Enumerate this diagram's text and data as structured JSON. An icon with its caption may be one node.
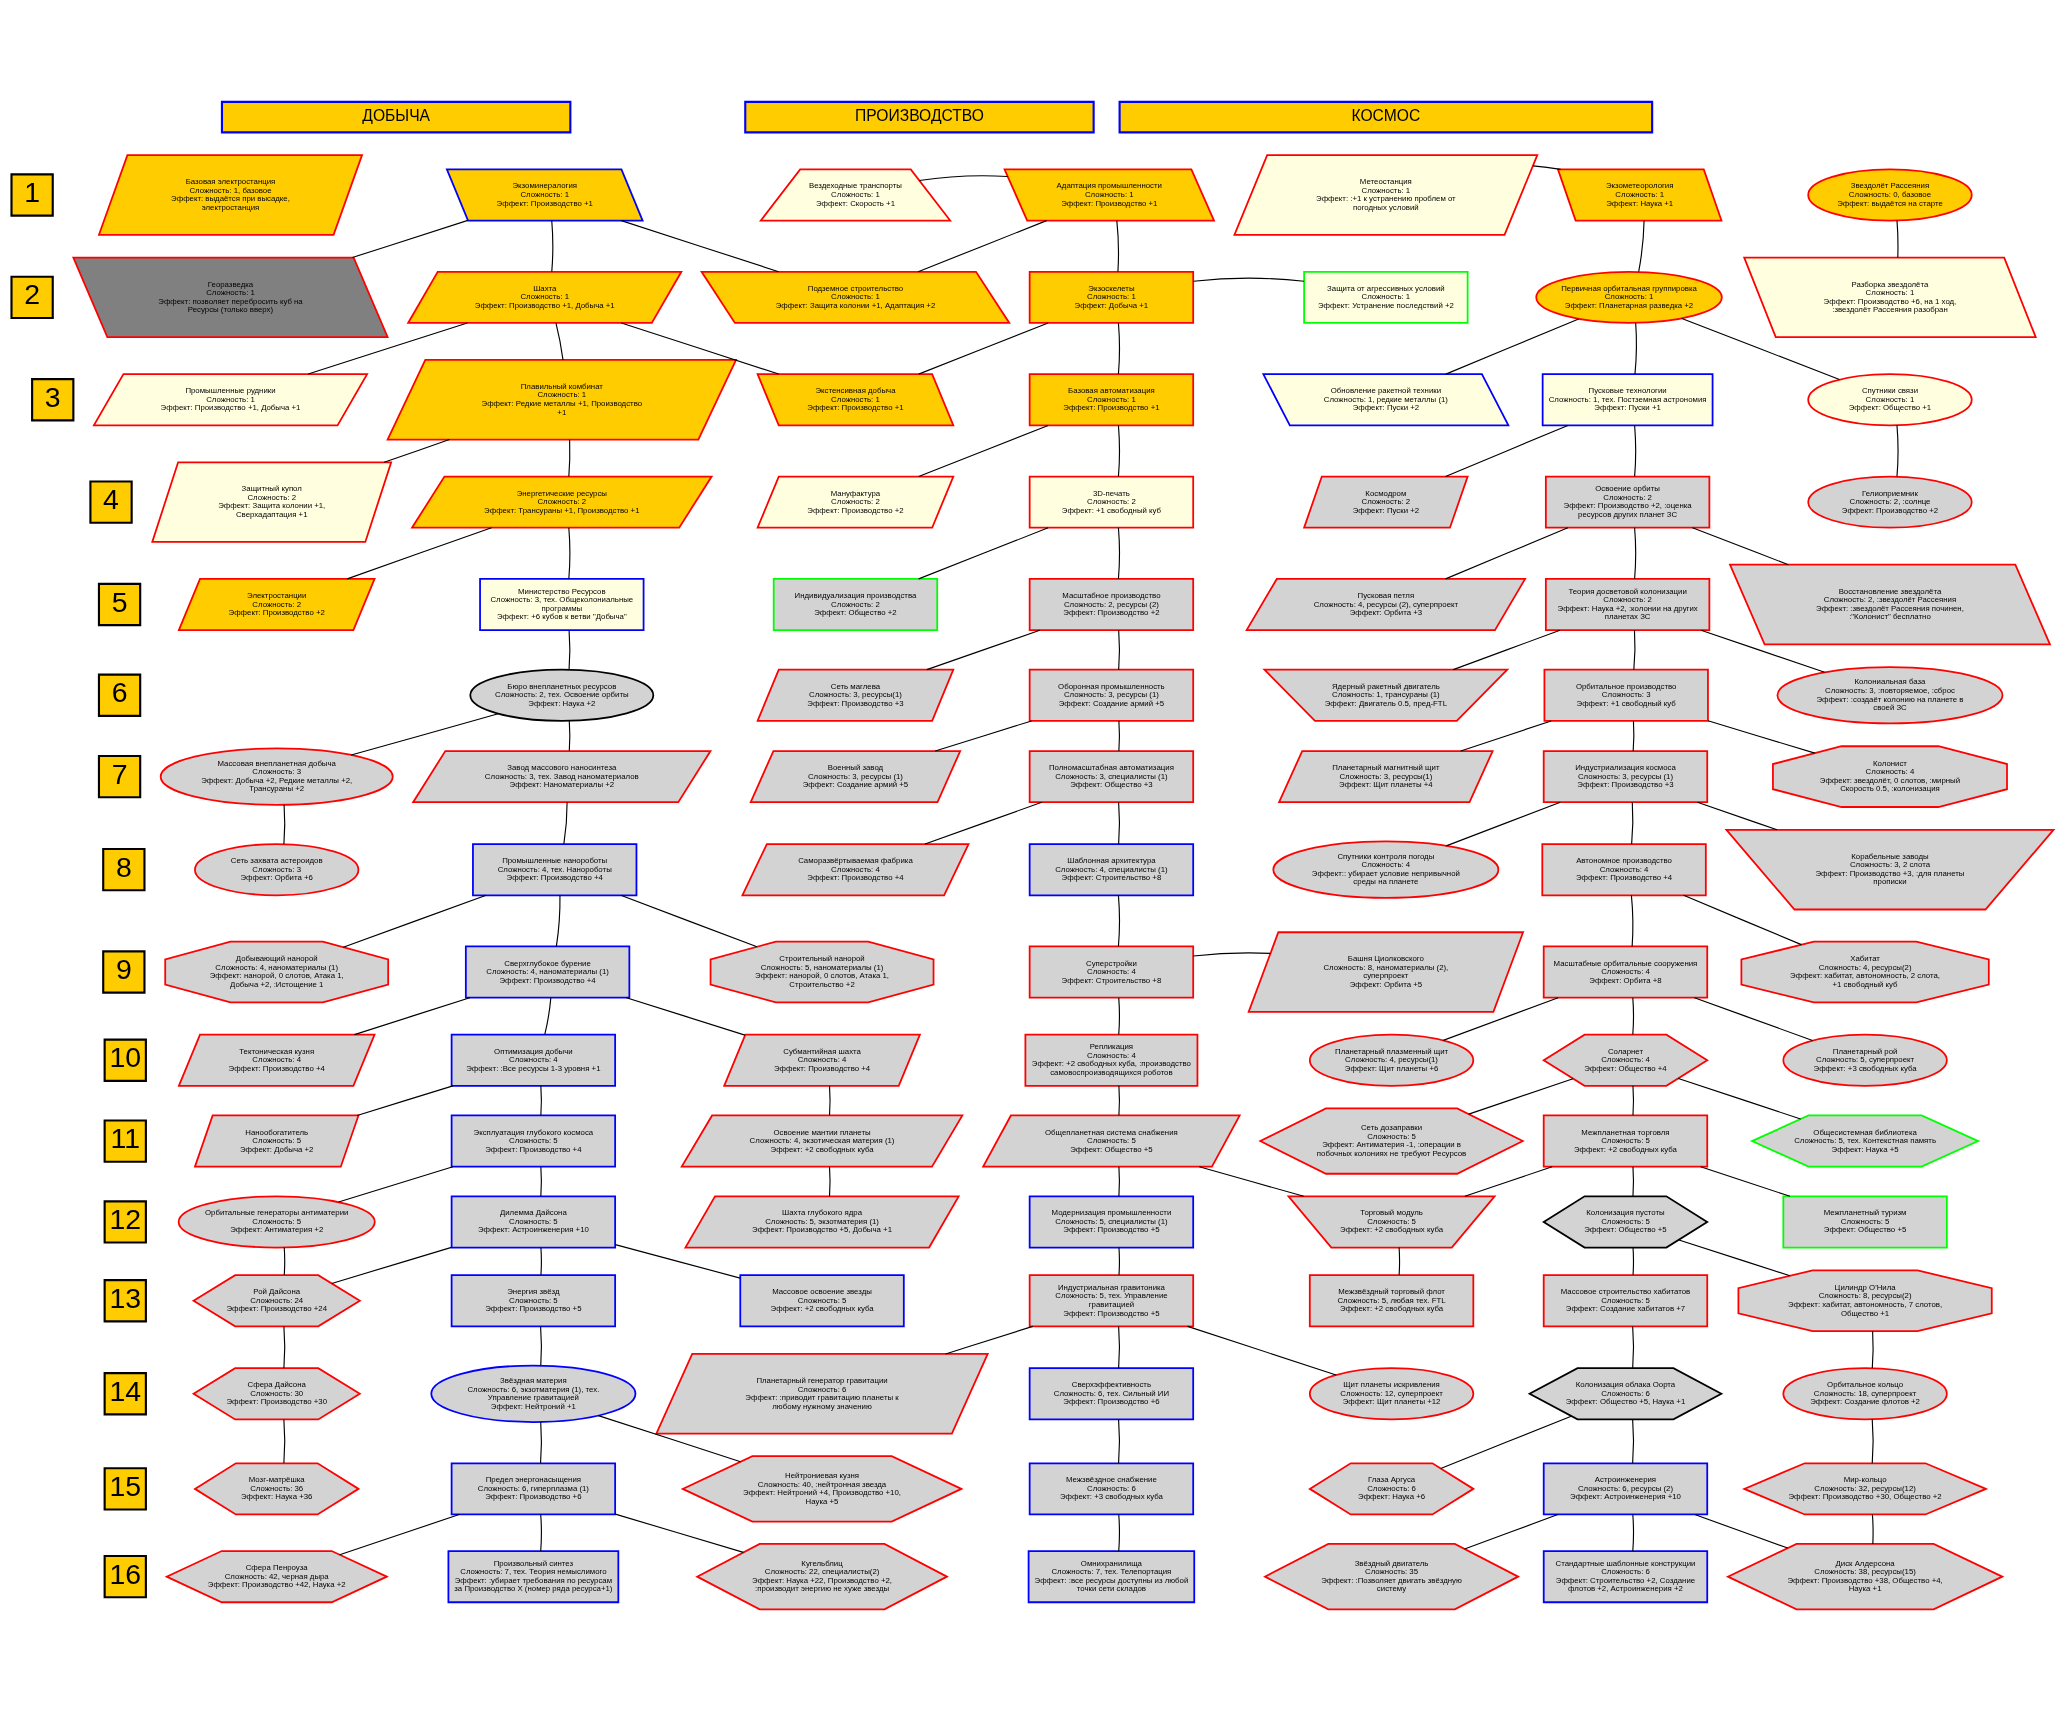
{
  "diagram": {
    "nodes": [
      {
        "text": [
          "ДОБЫЧА"
        ]
      },
      {
        "text": [
          "ПРОИЗВОДСТВО"
        ]
      },
      {
        "text": [
          "КОСМОС"
        ]
      },
      {
        "text": [
          "1"
        ]
      },
      {
        "text": [
          "Базовая электростанция",
          "Сложность: 1, базовое",
          "Эффект: выдаётся при высадке, электростанция"
        ]
      },
      {
        "text": [
          "Экзоминералогия",
          "Сложность: 1",
          "Эффект: Производство +1"
        ]
      },
      {
        "text": [
          "Вездеходные транспорты",
          "Сложность: 1",
          "Эффект: Скорость +1"
        ]
      },
      {
        "text": [
          "Адаптация промышленности",
          "Сложность: 1",
          "Эффект: Производство +1"
        ]
      },
      {
        "text": [
          "Метеостанция",
          "Сложность: 1",
          "Эффект: :+1 к устранению проблем от погодных условий"
        ]
      },
      {
        "text": [
          "Экзометеорология",
          "Сложность: 1",
          "Эффект: Наука +1"
        ]
      },
      {
        "text": [
          "Звездолёт Рассеяния",
          "Сложность: 0, базовое",
          "Эффект: выдаётся на старте"
        ]
      },
      {
        "text": [
          "2"
        ]
      },
      {
        "text": [
          "Георазведка",
          "Сложность: 1",
          "Эффект: позволяет перебросить куб на Ресурсы (только вверх)"
        ]
      },
      {
        "text": [
          "Шахта",
          "Сложность: 1",
          "Эффект: Производство +1, Добыча +1"
        ]
      },
      {
        "text": [
          "Подземное строительство",
          "Сложность: 1",
          "Эффект: Защита колонии +1, Адаптация +2"
        ]
      },
      {
        "text": [
          "Экзоскелеты",
          "Сложность: 1",
          "Эффект: Добыча +1"
        ]
      },
      {
        "text": [
          "Защита от агрессивных условий",
          "Сложность: 1",
          "Эффект: Устранение последствий +2"
        ]
      },
      {
        "text": [
          "Первичная орбитальная группировка",
          "Сложность: 1",
          "Эффект: Планетарная разведка +2"
        ]
      },
      {
        "text": [
          "Разборка звездолёта",
          "Сложность: 1",
          "Эффект: Производство +6, на 1 ход, :звездолёт Рассеяния разобран"
        ]
      },
      {
        "text": [
          "3"
        ]
      },
      {
        "text": [
          "Промышленные рудники",
          "Сложность: 1",
          "Эффект: Производство +1, Добыча +1"
        ]
      },
      {
        "text": [
          "Плавильный комбинат",
          "Сложность: 1",
          "Эффект: Редкие металлы +1, Производство +1"
        ]
      },
      {
        "text": [
          "Экстенсивная добыча",
          "Сложность: 1",
          "Эффект: Производство +1"
        ]
      },
      {
        "text": [
          "Базовая автоматизация",
          "Сложность: 1",
          "Эффект: Производство +1"
        ]
      },
      {
        "text": [
          "Обновление ракетной техники",
          "Сложность: 1, редкие металлы (1)",
          "Эффект: Пуски +2"
        ]
      },
      {
        "text": [
          "Пусковые технологии",
          "Сложность: 1, тех. Постземная астрономия",
          "Эффект: Пуски +1"
        ]
      },
      {
        "text": [
          "Спутники связи",
          "Сложность: 1",
          "Эффект: Общество +1"
        ]
      },
      {
        "text": [
          "4"
        ]
      },
      {
        "text": [
          "Защитный купол",
          "Сложность: 2",
          "Эффект: Защита колонии +1, Сверхадаптация +1"
        ]
      },
      {
        "text": [
          "Энергетические ресурсы",
          "Сложность: 2",
          "Эффект: Трансураны +1, Производство +1"
        ]
      },
      {
        "text": [
          "Мануфактура",
          "Сложность: 2",
          "Эффект: Производство +2"
        ]
      },
      {
        "text": [
          "3D-печать",
          "Сложность: 2",
          "Эффект: +1 свободный куб"
        ]
      },
      {
        "text": [
          "Космодром",
          "Сложность: 2",
          "Эффект: Пуски +2"
        ]
      },
      {
        "text": [
          "Освоение орбиты",
          "Сложность: 2",
          "Эффект: Производство +2, :оценка ресурсов других планет ЗС"
        ]
      },
      {
        "text": [
          "Гелиоприемник",
          "Сложность: 2, :солнце",
          "Эффект: Производство +2"
        ]
      },
      {
        "text": [
          "5"
        ]
      },
      {
        "text": [
          "Электростанции",
          "Сложность: 2",
          "Эффект: Производство +2"
        ]
      },
      {
        "text": [
          "Министерство Ресурсов",
          "Сложность: 3, тех. Общеколониальные программы",
          "Эффект: +6 кубов к ветви \"Добыча\""
        ]
      },
      {
        "text": [
          "Индивидуализация производства",
          "Сложность: 2",
          "Эффект: Общество +2"
        ]
      },
      {
        "text": [
          "Масштабное производство",
          "Сложность: 2, ресурсы (2)",
          "Эффект: Производство +2"
        ]
      },
      {
        "text": [
          "Пусковая петля",
          "Сложность: 4, ресурсы (2), суперпроект",
          "Эффект: Орбита +3"
        ]
      },
      {
        "text": [
          "Теория досветовой колонизации",
          "Сложность: 2",
          "Эффект: Наука +2, :колонии на других планетах ЗС"
        ]
      },
      {
        "text": [
          "Восстановление звездолёта",
          "Сложность: 2, :звездолёт Рассеяния",
          "Эффект: :звездолёт Рассеяния починен, :\"Колонист\" бесплатно"
        ]
      },
      {
        "text": [
          "6"
        ]
      },
      {
        "text": [
          "Бюро внепланетных ресурсов",
          "Сложность: 2, тех. Освоение орбиты",
          "Эффект: Наука +2"
        ]
      },
      {
        "text": [
          "Сеть маглева",
          "Сложность: 3, ресурсы(1)",
          "Эффект: Производство +3"
        ]
      },
      {
        "text": [
          "Оборонная промышленность",
          "Сложность: 3, ресурсы (1)",
          "Эффект: Создание армий +5"
        ]
      },
      {
        "text": [
          "Ядерный ракетный двигатель",
          "Сложность: 1, трансураны (1)",
          "Эффект: Двигатель 0.5, пред-FTL"
        ]
      },
      {
        "text": [
          "Орбитальное производство",
          "Сложность: 3",
          "Эффект: +1 свободный куб"
        ]
      },
      {
        "text": [
          "Колониальная база",
          "Сложность: 3, :повторяемое, :сброс",
          "Эффект: :создаёт колонию на планете в своей ЗС"
        ]
      },
      {
        "text": [
          "7"
        ]
      },
      {
        "text": [
          "Массовая внепланетная добыча",
          "Сложность: 3",
          "Эффект: Добыча +2, Редкие металлы +2, Трансураны +2"
        ]
      },
      {
        "text": [
          "Завод массового наносинтеза",
          "Сложность: 3, тех. Завод наноматериалов",
          "Эффект: Наноматериалы +2"
        ]
      },
      {
        "text": [
          "Военный завод",
          "Сложность: 3, ресурсы (1)",
          "Эффект: Создание армий +5"
        ]
      },
      {
        "text": [
          "Полномасштабная автоматизация",
          "Сложность: 3, специалисты (1)",
          "Эффект: Общество +3"
        ]
      },
      {
        "text": [
          "Планетарный магнитный щит",
          "Сложность: 3, ресурсы(1)",
          "Эффект: Щит планеты +4"
        ]
      },
      {
        "text": [
          "Индустриализация космоса",
          "Сложность: 3, ресурсы (1)",
          "Эффект: Производство +3"
        ]
      },
      {
        "text": [
          "Колонист",
          "Сложность: 4",
          "Эффект: звездолёт, 0 слотов, :мирный Скорость 0.5, :колонизация"
        ]
      },
      {
        "text": [
          "8"
        ]
      },
      {
        "text": [
          "Сеть захвата астероидов",
          "Сложность: 3",
          "Эффект: Орбита +6"
        ]
      },
      {
        "text": [
          "Промышленные нанороботы",
          "Сложность: 4, тех. Нанороботы",
          "Эффект: Производство +4"
        ]
      },
      {
        "text": [
          "Саморазвёртываемая фабрика",
          "Сложность: 4",
          "Эффект: Производство +4"
        ]
      },
      {
        "text": [
          "Шаблонная архитектура",
          "Сложность: 4, специалисты (1)",
          "Эффект: Строительство +8"
        ]
      },
      {
        "text": [
          "Спутники контроля погоды",
          "Сложность: 4",
          "Эффект:: убирает условие непривычной среды на планете"
        ]
      },
      {
        "text": [
          "Автономное производство",
          "Сложность: 4",
          "Эффект: Производство +4"
        ]
      },
      {
        "text": [
          "Корабельные заводы",
          "Сложность: 3, 2 слота",
          "Эффект: Производство +3, :для планеты прописки"
        ]
      },
      {
        "text": [
          "9"
        ]
      },
      {
        "text": [
          "Добывающий нанорой",
          "Сложность: 4, наноматериалы (1)",
          "Эффект: нанорой, 0 слотов, Атака 1, Добыча +2, :Истощение 1"
        ]
      },
      {
        "text": [
          "Сверхглубокое бурение",
          "Сложность: 4, наноматериалы (1)",
          "Эффект: Производство +4"
        ]
      },
      {
        "text": [
          "Строительный нанорой",
          "Сложность: 5, наноматериалы (1)",
          "Эффект: нанорой, 0 слотов, Атака 1, Строительство +2"
        ]
      },
      {
        "text": [
          "Суперстройки",
          "Сложность: 4",
          "Эффект: Строительство +8"
        ]
      },
      {
        "text": [
          "Башня Циолковского",
          "Сложность: 8, наноматериалы (2), суперпроект",
          "Эффект: Орбита +5"
        ]
      },
      {
        "text": [
          "Масштабные орбитальные сооружения",
          "Сложность: 4",
          "Эффект: Орбита +8"
        ]
      },
      {
        "text": [
          "Хабитат",
          "Сложность: 4, ресурсы(2)",
          "Эффект: хабитат, автономность, 2 слота, +1 свободный куб"
        ]
      },
      {
        "text": [
          "10"
        ]
      },
      {
        "text": [
          "Тектоническая кузня",
          "Сложность: 4",
          "Эффект: Производство +4"
        ]
      },
      {
        "text": [
          "Оптимизация добычи",
          "Сложность: 4",
          "Эффект: :Все ресурсы 1-3 уровня +1"
        ]
      },
      {
        "text": [
          "Субмантийная шахта",
          "Сложность: 4",
          "Эффект: Производство +4"
        ]
      },
      {
        "text": [
          "Репликация",
          "Сложность: 4",
          "Эффект: +2 свободных куба, :производство самовоспроизводящихся роботов"
        ]
      },
      {
        "text": [
          "Планетарный плазменный щит",
          "Сложность: 4, ресурсы(1)",
          "Эффект: Щит планеты +6"
        ]
      },
      {
        "text": [
          "Соларнет",
          "Сложность: 4",
          "Эффект: Общество +4"
        ]
      },
      {
        "text": [
          "Планетарный рой",
          "Сложность: 5, суперпроект",
          "Эффект: +3 свободных куба"
        ]
      },
      {
        "text": [
          "11"
        ]
      },
      {
        "text": [
          "Нанообогатитель",
          "Сложность: 5",
          "Эффект: Добыча +2"
        ]
      },
      {
        "text": [
          "Эксплуатация глубокого космоса",
          "Сложность: 5",
          "Эффект: Производство +4"
        ]
      },
      {
        "text": [
          "Освоение мантии планеты",
          "Сложность: 4, экзотическая материя (1)",
          "Эффект: +2 свободных куба"
        ]
      },
      {
        "text": [
          "Общепланетная система снабжения",
          "Сложность: 5",
          "Эффект: Общество +5"
        ]
      },
      {
        "text": [
          "Сеть дозаправки",
          "Сложность: 5",
          "Эффект: Антиматерия -1, :операции в побочных колониях не требуют Ресурсов"
        ]
      },
      {
        "text": [
          "Межпланетная торговля",
          "Сложность: 5",
          "Эффект: +2 свободных куба"
        ]
      },
      {
        "text": [
          "Общесистемная библиотека",
          "Сложность: 5, тех. Контекстная память",
          "Эффект: Наука +5"
        ]
      },
      {
        "text": [
          "12"
        ]
      },
      {
        "text": [
          "Орбитальные генераторы антиматерии",
          "Сложность: 5",
          "Эффект: Антиматерия +2"
        ]
      },
      {
        "text": [
          "Дилемма Дайсона",
          "Сложность: 5",
          "Эффект: Астроинженерия +10"
        ]
      },
      {
        "text": [
          "Шахта глубокого ядра",
          "Сложность: 5, экзотматерия (1)",
          "Эффект: Производство +5, Добыча +1"
        ]
      },
      {
        "text": [
          "Модернизация промышленности",
          "Сложность: 5, специалисты (1)",
          "Эффект: Производство +5"
        ]
      },
      {
        "text": [
          "Торговый модуль",
          "Сложность: 5",
          "Эффект: +2 свободных куба"
        ]
      },
      {
        "text": [
          "Колонизация пустоты",
          "Сложность: 5",
          "Эффект: Общество +5"
        ]
      },
      {
        "text": [
          "Межпланетный туризм",
          "Сложность: 5",
          "Эффект: Общество +5"
        ]
      },
      {
        "text": [
          "13"
        ]
      },
      {
        "text": [
          "Рой Дайсона",
          "Сложность: 24",
          "Эффект: Производство +24"
        ]
      },
      {
        "text": [
          "Энергия звёзд",
          "Сложность: 5",
          "Эффект: Производство +5"
        ]
      },
      {
        "text": [
          "Массовое освоение звезды",
          "Сложность: 5",
          "Эффект: +2 свободных куба"
        ]
      },
      {
        "text": [
          "Индустриальная гравитоника",
          "Сложность: 5, тех. Управление гравитацией",
          "Эффект: Производство +5"
        ]
      },
      {
        "text": [
          "Межзвёздный торговый флот",
          "Сложность: 5, любая тех. FTL",
          "Эффект: +2 свободных куба"
        ]
      },
      {
        "text": [
          "Массовое строительство хабитатов",
          "Сложность: 5",
          "Эффект: Создание хабитатов +7"
        ]
      },
      {
        "text": [
          "Цилиндр О'Нила",
          "Сложность: 8, ресурсы(2)",
          "Эффект: хабитат, автономность, 7 слотов, Общество +1"
        ]
      },
      {
        "text": [
          "14"
        ]
      },
      {
        "text": [
          "Сфера Дайсона",
          "Сложность: 30",
          "Эффект: Производство +30"
        ]
      },
      {
        "text": [
          "Звёздная материя",
          "Сложность: 6, экзотматерия (1), тех. Управление гравитацией",
          "Эффект: Нейтроний +1"
        ]
      },
      {
        "text": [
          "Планетарный генератор гравитации",
          "Сложность: 6",
          "Эффект: :приводит гравитацию планеты к любому нужному значению"
        ]
      },
      {
        "text": [
          "Сверхэффективность",
          "Сложность: 6, тех. Сильный ИИ",
          "Эффект: Производство +6"
        ]
      },
      {
        "text": [
          "Щит планеты искривления",
          "Сложность: 12, суперпроект",
          "Эффект: Щит планеты +12"
        ]
      },
      {
        "text": [
          "Колонизация облака Оорта",
          "Сложность: 6",
          "Эффект: Общество +5, Наука +1"
        ]
      },
      {
        "text": [
          "Орбитальное кольцо",
          "Сложность: 18, суперпроект",
          "Эффект: Создание флотов +2"
        ]
      },
      {
        "text": [
          "15"
        ]
      },
      {
        "text": [
          "Мозг-матрёшка",
          "Сложность: 36",
          "Эффект: Наука +36"
        ]
      },
      {
        "text": [
          "Предел энергонасыщения",
          "Сложность: 6, гиперплазма (1)",
          "Эффект: Производство +6"
        ]
      },
      {
        "text": [
          "Нейтрониевая кузня",
          "Сложность: 40, :нейтронная звезда",
          "Эффект: Нейтроний +4, Производство +10, Наука +5"
        ]
      },
      {
        "text": [
          "Межзвёздное снабжение",
          "Сложность: 6",
          "Эффект: +3 свободных куба"
        ]
      },
      {
        "text": [
          "Глаза Аргуса",
          "Сложность: 6",
          "Эффект: Наука +6"
        ]
      },
      {
        "text": [
          "Астроинженерия",
          "Сложность: 6, ресурсы (2)",
          "Эффект: Астроинженерия +10"
        ]
      },
      {
        "text": [
          "Мир-кольцо",
          "Сложность: 32, ресурсы(12)",
          "Эффект: Производство +30, Общество +2"
        ]
      },
      {
        "text": [
          "16"
        ]
      },
      {
        "text": [
          "Сфера Пенроуза",
          "Сложность: 42, черная дыра",
          "Эффект: Производство +42, Наука +2"
        ]
      },
      {
        "text": [
          "Произвольный синтез",
          "Сложность: 7, тех. Теория немыслимого",
          "Эффект: :убирает требования по ресурсам за Производство X (номер ряда ресурса+1)"
        ]
      },
      {
        "text": [
          "Кугельблиц",
          "Сложность: 22, специалисты(2)",
          "Эффект: Наука +22, Производство +2, :производит энергию не хуже звезды"
        ]
      },
      {
        "text": [
          "Омнихранилища",
          "Сложность: 7, тех. Телепортация",
          "Эффект: :все ресурсы доступны из любой точки сети складов"
        ]
      },
      {
        "text": [
          "Звёздный двигатель",
          "Сложность: 35",
          "Эффект: :Позволяет двигать звёздную систему"
        ]
      },
      {
        "text": [
          "Стандартные шаблонные конструкции",
          "Сложность: 6",
          "Эффект: Строительство +2, Создание флотов +2, Астроинженерия +2"
        ]
      },
      {
        "text": [
          "Диск Алдерсона",
          "Сложность: 38, ресурсы(15)",
          "Эффект: Производство +38, Общество +4, Наука +1"
        ]
      }
    ],
    "edges": [
      {
        "from": 5,
        "to": 12,
        "arrow": "none"
      },
      {
        "from": 5,
        "to": 13,
        "arrow": "none"
      },
      {
        "from": 5,
        "to": 14,
        "arrow": "none"
      },
      {
        "from": 13,
        "to": 20,
        "arrow": "none"
      },
      {
        "from": 13,
        "to": 21,
        "arrow": "none"
      },
      {
        "from": 13,
        "to": 22,
        "arrow": "none"
      },
      {
        "from": 21,
        "to": 28,
        "arrow": "none"
      },
      {
        "from": 21,
        "to": 29,
        "arrow": "none"
      },
      {
        "from": 29,
        "to": 36,
        "arrow": "none"
      },
      {
        "from": 29,
        "to": 37,
        "arrow": "none"
      },
      {
        "from": 37,
        "to": 44,
        "arrow": "none"
      },
      {
        "from": 44,
        "to": 51,
        "arrow": "none"
      },
      {
        "from": 44,
        "to": 52,
        "arrow": "none"
      },
      {
        "from": 51,
        "to": 59,
        "arrow": "none"
      },
      {
        "from": 52,
        "to": 60,
        "arrow": "none"
      },
      {
        "from": 60,
        "to": 67,
        "arrow": "none"
      },
      {
        "from": 60,
        "to": 68,
        "arrow": "none"
      },
      {
        "from": 60,
        "to": 69,
        "arrow": "none"
      },
      {
        "from": 68,
        "to": 75,
        "arrow": "none"
      },
      {
        "from": 68,
        "to": 76,
        "arrow": "none"
      },
      {
        "from": 68,
        "to": 77,
        "arrow": "none"
      },
      {
        "from": 76,
        "to": 83,
        "arrow": "none"
      },
      {
        "from": 76,
        "to": 84,
        "arrow": "none"
      },
      {
        "from": 77,
        "to": 85,
        "arrow": "none"
      },
      {
        "from": 85,
        "to": 93,
        "arrow": "none"
      },
      {
        "from": 84,
        "to": 91,
        "arrow": "none"
      },
      {
        "from": 84,
        "to": 92,
        "arrow": "none"
      },
      {
        "from": 91,
        "to": 99,
        "arrow": "none"
      },
      {
        "from": 92,
        "to": 99,
        "arrow": "none"
      },
      {
        "from": 92,
        "to": 100,
        "arrow": "none"
      },
      {
        "from": 92,
        "to": 101,
        "arrow": "none"
      },
      {
        "from": 99,
        "to": 107,
        "arrow": "none"
      },
      {
        "from": 100,
        "to": 108,
        "arrow": "none"
      },
      {
        "from": 107,
        "to": 115,
        "arrow": "none"
      },
      {
        "from": 108,
        "to": 116,
        "arrow": "none"
      },
      {
        "from": 108,
        "to": 117,
        "arrow": "none"
      },
      {
        "from": 116,
        "to": 123,
        "arrow": "none"
      },
      {
        "from": 116,
        "to": 124,
        "arrow": "none"
      },
      {
        "from": 116,
        "to": 125,
        "arrow": "none"
      },
      {
        "from": 6,
        "to": 7,
        "arrow": "none"
      },
      {
        "from": 7,
        "to": 14,
        "arrow": "none"
      },
      {
        "from": 7,
        "to": 15,
        "arrow": "none"
      },
      {
        "from": 15,
        "to": 16,
        "arrow": "none"
      },
      {
        "from": 15,
        "to": 22,
        "arrow": "none"
      },
      {
        "from": 15,
        "to": 23,
        "arrow": "none"
      },
      {
        "from": 23,
        "to": 30,
        "arrow": "none"
      },
      {
        "from": 23,
        "to": 31,
        "arrow": "none"
      },
      {
        "from": 31,
        "to": 38,
        "arrow": "none"
      },
      {
        "from": 31,
        "to": 39,
        "arrow": "none"
      },
      {
        "from": 39,
        "to": 45,
        "arrow": "none"
      },
      {
        "from": 39,
        "to": 46,
        "arrow": "none"
      },
      {
        "from": 46,
        "to": 53,
        "arrow": "none"
      },
      {
        "from": 46,
        "to": 54,
        "arrow": "none"
      },
      {
        "from": 54,
        "to": 61,
        "arrow": "none"
      },
      {
        "from": 54,
        "to": 62,
        "arrow": "none"
      },
      {
        "from": 62,
        "to": 70,
        "arrow": "none"
      },
      {
        "from": 70,
        "to": 71,
        "arrow": "none"
      },
      {
        "from": 70,
        "to": 78,
        "arrow": "none"
      },
      {
        "from": 78,
        "to": 86,
        "arrow": "none"
      },
      {
        "from": 86,
        "to": 94,
        "arrow": "none"
      },
      {
        "from": 86,
        "to": 95,
        "arrow": "none"
      },
      {
        "from": 94,
        "to": 102,
        "arrow": "none"
      },
      {
        "from": 102,
        "to": 109,
        "arrow": "none"
      },
      {
        "from": 102,
        "to": 110,
        "arrow": "none"
      },
      {
        "from": 102,
        "to": 111,
        "arrow": "none"
      },
      {
        "from": 110,
        "to": 118,
        "arrow": "none"
      },
      {
        "from": 118,
        "to": 126,
        "arrow": "none"
      },
      {
        "from": 8,
        "to": 9,
        "arrow": "none"
      },
      {
        "from": 9,
        "to": 17,
        "arrow": "none"
      },
      {
        "from": 10,
        "to": 18,
        "arrow": "none"
      },
      {
        "from": 17,
        "to": 24,
        "arrow": "none"
      },
      {
        "from": 17,
        "to": 25,
        "arrow": "none"
      },
      {
        "from": 17,
        "to": 26,
        "arrow": "none"
      },
      {
        "from": 26,
        "to": 34,
        "arrow": "none"
      },
      {
        "from": 25,
        "to": 32,
        "arrow": "none"
      },
      {
        "from": 25,
        "to": 33,
        "arrow": "none"
      },
      {
        "from": 33,
        "to": 40,
        "arrow": "none"
      },
      {
        "from": 33,
        "to": 41,
        "arrow": "none"
      },
      {
        "from": 33,
        "to": 42,
        "arrow": "none"
      },
      {
        "from": 41,
        "to": 47,
        "arrow": "none"
      },
      {
        "from": 41,
        "to": 48,
        "arrow": "none"
      },
      {
        "from": 41,
        "to": 49,
        "arrow": "none"
      },
      {
        "from": 48,
        "to": 55,
        "arrow": "none"
      },
      {
        "from": 48,
        "to": 56,
        "arrow": "none"
      },
      {
        "from": 48,
        "to": 57,
        "arrow": "none"
      },
      {
        "from": 56,
        "to": 63,
        "arrow": "none"
      },
      {
        "from": 56,
        "to": 64,
        "arrow": "none"
      },
      {
        "from": 56,
        "to": 65,
        "arrow": "none"
      },
      {
        "from": 64,
        "to": 72,
        "arrow": "none"
      },
      {
        "from": 64,
        "to": 73,
        "arrow": "none"
      },
      {
        "from": 72,
        "to": 79,
        "arrow": "none"
      },
      {
        "from": 72,
        "to": 80,
        "arrow": "none"
      },
      {
        "from": 72,
        "to": 81,
        "arrow": "none"
      },
      {
        "from": 80,
        "to": 87,
        "arrow": "none"
      },
      {
        "from": 80,
        "to": 88,
        "arrow": "none"
      },
      {
        "from": 80,
        "to": 89,
        "arrow": "none"
      },
      {
        "from": 88,
        "to": 95,
        "arrow": "none"
      },
      {
        "from": 88,
        "to": 96,
        "arrow": "none"
      },
      {
        "from": 88,
        "to": 97,
        "arrow": "none"
      },
      {
        "from": 95,
        "to": 103,
        "arrow": "none"
      },
      {
        "from": 96,
        "to": 104,
        "arrow": "none"
      },
      {
        "from": 96,
        "to": 105,
        "arrow": "none"
      },
      {
        "from": 104,
        "to": 112,
        "arrow": "none"
      },
      {
        "from": 105,
        "to": 113,
        "arrow": "none"
      },
      {
        "from": 113,
        "to": 121,
        "arrow": "none"
      },
      {
        "from": 112,
        "to": 119,
        "arrow": "none"
      },
      {
        "from": 112,
        "to": 120,
        "arrow": "none"
      },
      {
        "from": 120,
        "to": 127,
        "arrow": "none"
      },
      {
        "from": 120,
        "to": 128,
        "arrow": "none"
      },
      {
        "from": 120,
        "to": 129,
        "arrow": "none"
      },
      {
        "from": 121,
        "to": 129,
        "arrow": "none"
      }
    ]
  }
}
